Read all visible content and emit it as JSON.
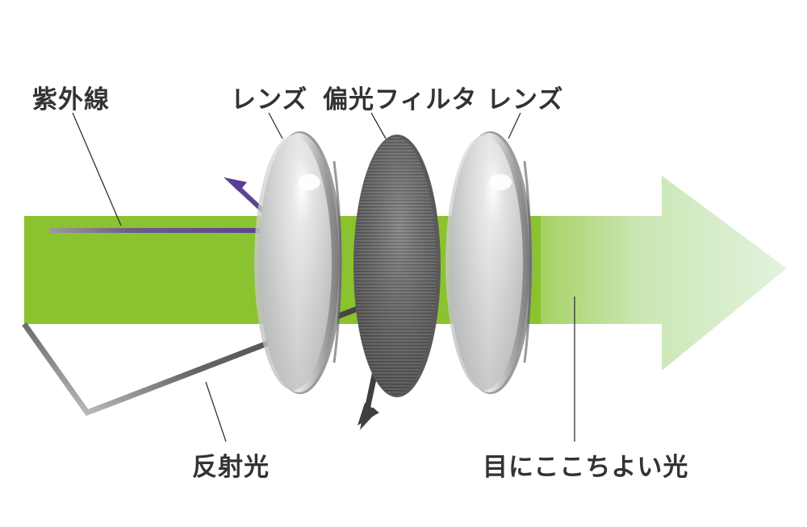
{
  "labels": {
    "uv": "紫外線",
    "lens_left": "レンズ",
    "polarizing_filter": "偏光フィルタ",
    "lens_right": "レンズ",
    "reflected_light": "反射光",
    "comfortable_light": "目にここちよい光"
  },
  "colors": {
    "beam": "#8bc22f",
    "beam_faded": "#dcefd3",
    "uv_ray": "#5a3e96",
    "reflected_ray": "#555555",
    "label_text": "#333333"
  }
}
